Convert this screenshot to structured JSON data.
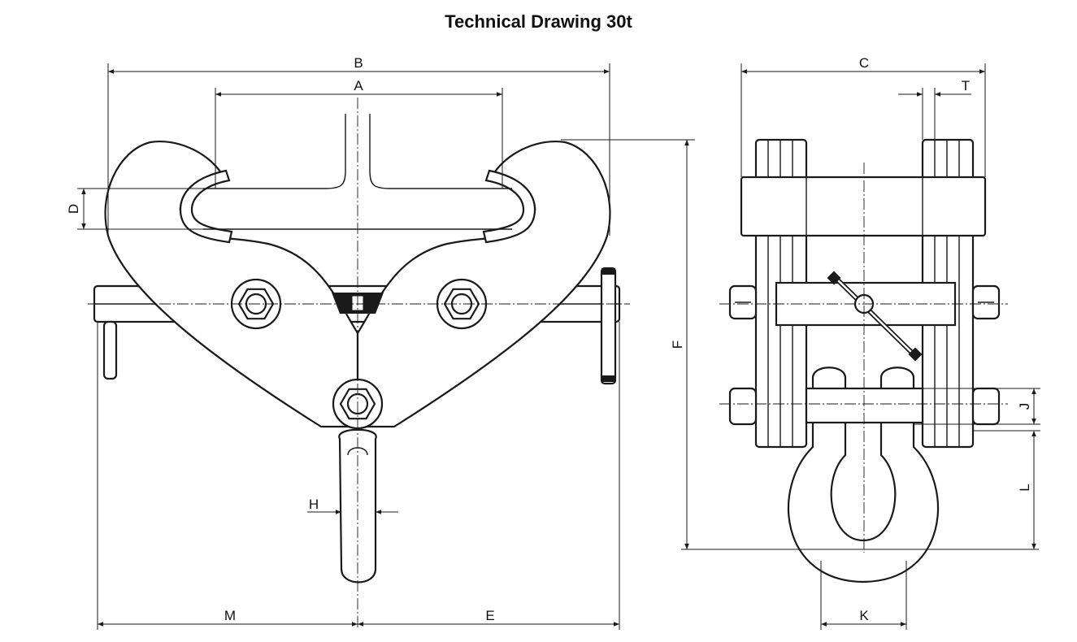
{
  "title": "Technical Drawing 30t",
  "dimensions": {
    "A": "A",
    "B": "B",
    "C": "C",
    "D": "D",
    "E": "E",
    "F": "F",
    "H": "H",
    "J": "J",
    "K": "K",
    "L": "L",
    "M": "M",
    "T": "T"
  }
}
